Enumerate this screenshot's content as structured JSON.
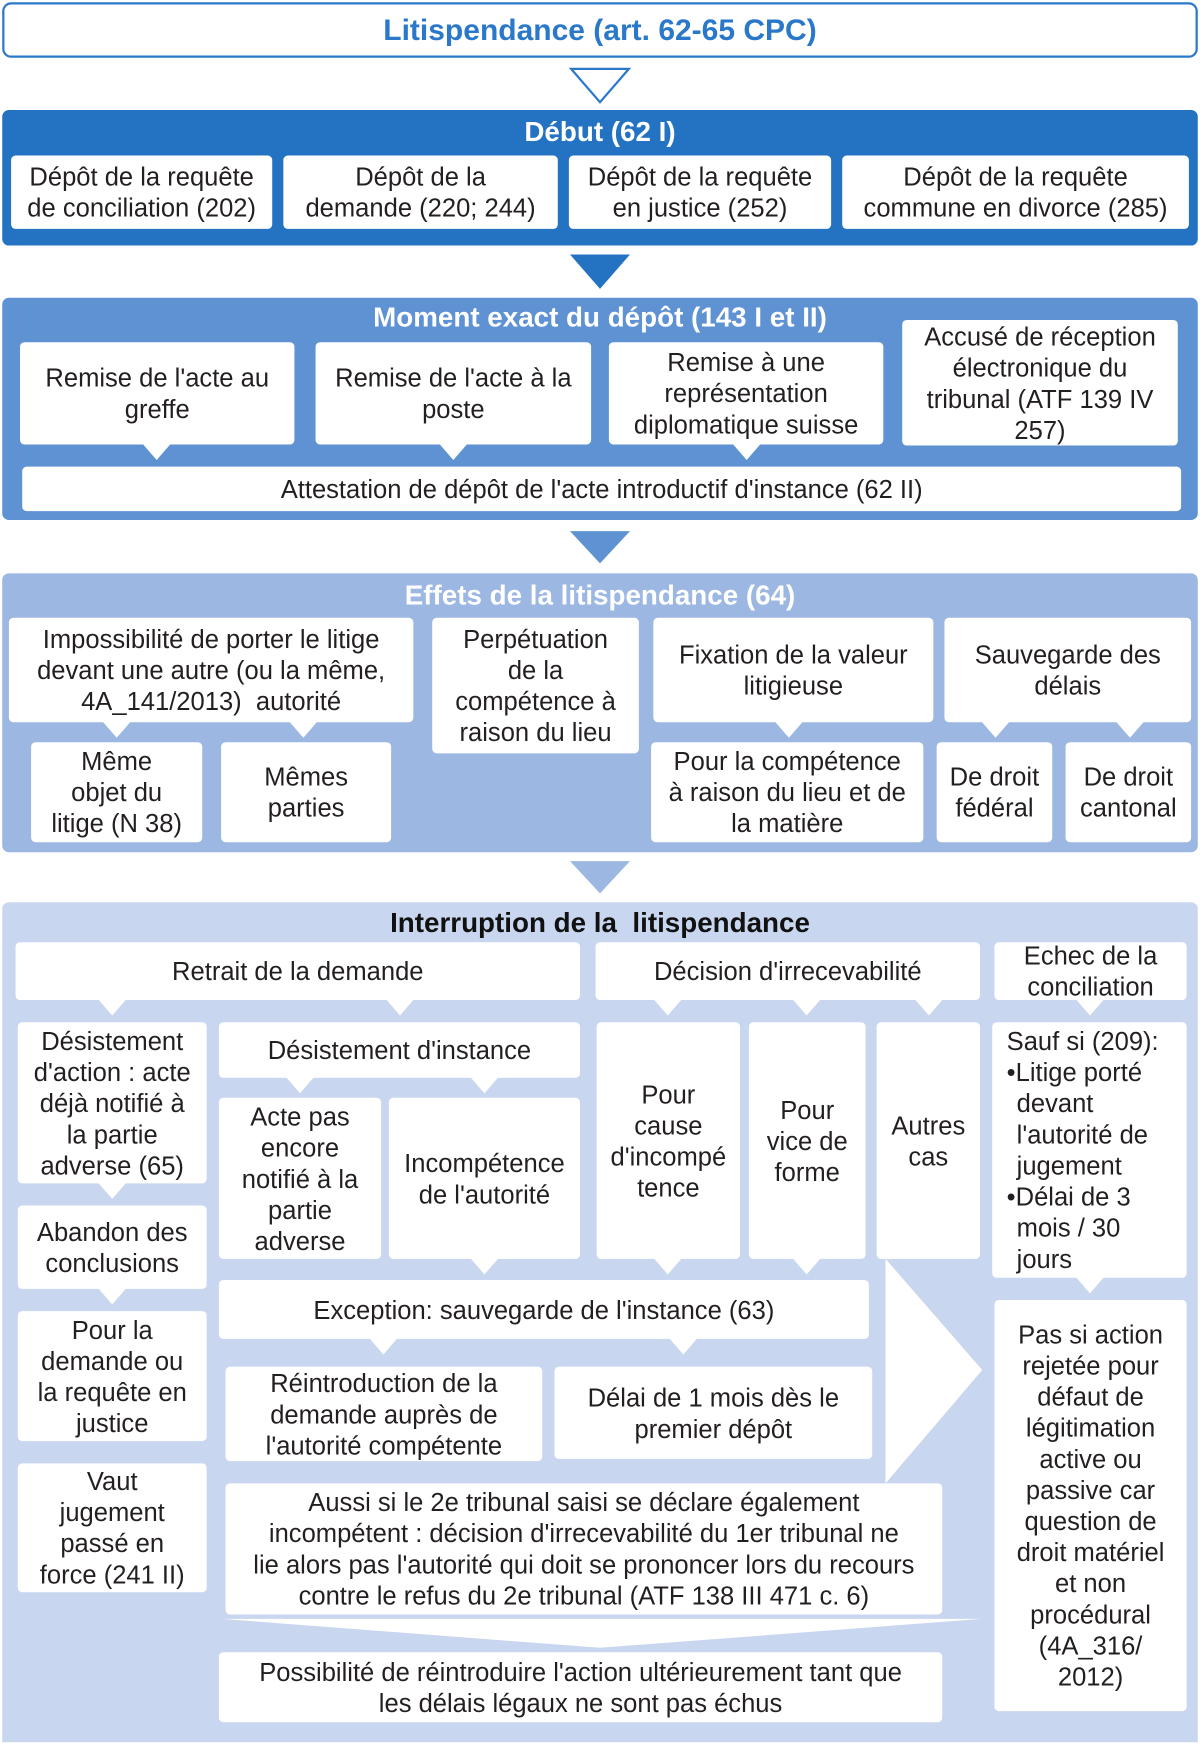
{
  "colors": {
    "title": "#2a78c9",
    "debut": "#2473c3",
    "moment": "#5f92d2",
    "effets": "#9bb7e2",
    "interruption": "#c9d6ef",
    "box": "#ffffff",
    "text": "#231f20"
  },
  "title": "Litispendance (art. 62-65 CPC)",
  "debut": {
    "title": "Début (62 I)",
    "items": [
      "Dépôt de la requête\nde conciliation (202)",
      "Dépôt de la\ndemande (220; 244)",
      "Dépôt de la requête\nen justice (252)",
      "Dépôt de la requête\ncommune en divorce (285)"
    ]
  },
  "moment": {
    "title": "Moment exact du dépôt (143 I et II)",
    "items": [
      "Remise de l'acte au\ngreffe",
      "Remise de l'acte à la\nposte",
      "Remise à une\nreprésentation\ndiplomatique suisse",
      "Accusé de réception\nélectronique du\ntribunal (ATF 139 IV\n257)"
    ],
    "attestation": "Attestation de dépôt de l'acte introductif d'instance (62 II)"
  },
  "effets": {
    "title": "Effets de la litispendance (64)",
    "impossibilite": "Impossibilité de porter le litige\ndevant une autre (ou la même,\n4A_141/2013)  autorité",
    "meme_objet": "Même\nobjet du\nlitige (N 38)",
    "memes_parties": "Mêmes\nparties",
    "perpetuation": "Perpétuation\nde la\ncompétence à\nraison du lieu",
    "fixation": "Fixation de la valeur\nlitigieuse",
    "competence": "Pour la compétence\nà raison du lieu et de\nla matière",
    "sauvegarde": "Sauvegarde des\ndélais",
    "droit_federal": "De droit\nfédéral",
    "droit_cantonal": "De droit\ncantonal"
  },
  "interruption": {
    "title": "Interruption de la  litispendance",
    "retrait": "Retrait de la demande",
    "irrecevabilite": "Décision d'irrecevabilité",
    "echec": "Echec de la\nconciliation",
    "desistement_action": "Désistement\nd'action : acte\ndéjà notifié à\nla partie\nadverse (65)",
    "desistement_instance": "Désistement d'instance",
    "acte_non_notifie": "Acte pas\nencore\nnotifié à la\npartie\nadverse",
    "incompetence_autorite": "Incompétence\nde l'autorité",
    "cause_incompetence": "Pour\ncause\nd'incompé\ntence",
    "vice_forme": "Pour\nvice de\nforme",
    "autres_cas": "Autres\ncas",
    "sauf_si": {
      "title": "Sauf si (209):",
      "items": [
        "•Litige porté\ndevant\nl'autorité de\njugement",
        "•Délai de 3\nmois / 30\njours"
      ]
    },
    "abandon": "Abandon des\nconclusions",
    "exception": "Exception: sauvegarde de l'instance (63)",
    "pour_demande": "Pour la\ndemande ou\nla requête en\njustice",
    "vaut_jugement": "Vaut\njugement\npassé en\nforce (241 II)",
    "reintroduction": "Réintroduction de la\ndemande auprès de\nl'autorité compétente",
    "delai_un_mois": "Délai de 1 mois dès le\npremier dépôt",
    "aussi": "Aussi si le 2e tribunal saisi se déclare également\nincompétent : décision d'irrecevabilité du 1er tribunal ne\nlie alors pas l'autorité qui doit se prononcer lors du recours\ncontre le refus du 2e tribunal (ATF 138 III 471 c. 6)",
    "possibilite": "Possibilité de réintroduire l'action ultérieurement tant que\nles délais légaux ne sont pas échus",
    "pas_si": "Pas si action\nrejetée pour\ndéfaut de\nlégitimation\nactive ou\npassive car\nquestion de\ndroit matériel\net non\nprocédural\n(4A_316/\n2012)"
  }
}
